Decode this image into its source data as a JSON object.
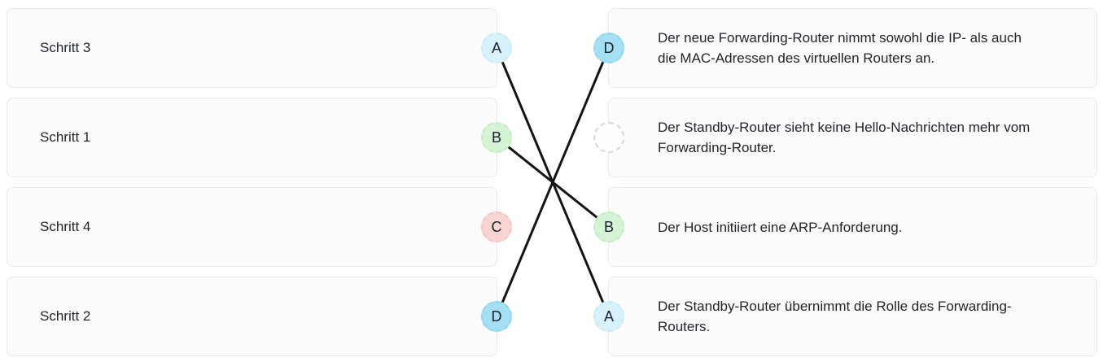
{
  "left_items": [
    {
      "label": "Schritt 3",
      "badge": "A"
    },
    {
      "label": "Schritt 1",
      "badge": "B"
    },
    {
      "label": "Schritt 4",
      "badge": "C"
    },
    {
      "label": "Schritt 2",
      "badge": "D"
    }
  ],
  "right_items": [
    {
      "badge": "D",
      "text": "Der neue Forwarding-Router nimmt sowohl die IP- als auch die MAC-Adressen des virtuellen Routers an."
    },
    {
      "badge": "",
      "text": "Der Standby-Router sieht keine Hello-Nachrichten mehr vom Forwarding-Router."
    },
    {
      "badge": "B",
      "text": "Der Host initiiert eine ARP-Anforderung."
    },
    {
      "badge": "A",
      "text": "Der Standby-Router übernimmt die Rolle des Forwarding-Routers."
    }
  ],
  "badge_colors": {
    "A": "#d8f2fb",
    "B": "#d5f3d5",
    "C": "#f8d4d2",
    "D": "#a4dff3"
  },
  "badge_border_colors": {
    "A": "#c6eaf7",
    "B": "#c2e9c2",
    "C": "#f2c5c2",
    "D": "#8ed4ee"
  },
  "connections": [
    {
      "left": "A",
      "right": "A"
    },
    {
      "left": "B",
      "right": "B"
    },
    {
      "left": "D",
      "right": "D"
    }
  ],
  "line_color": "#141414",
  "line_width": 3
}
